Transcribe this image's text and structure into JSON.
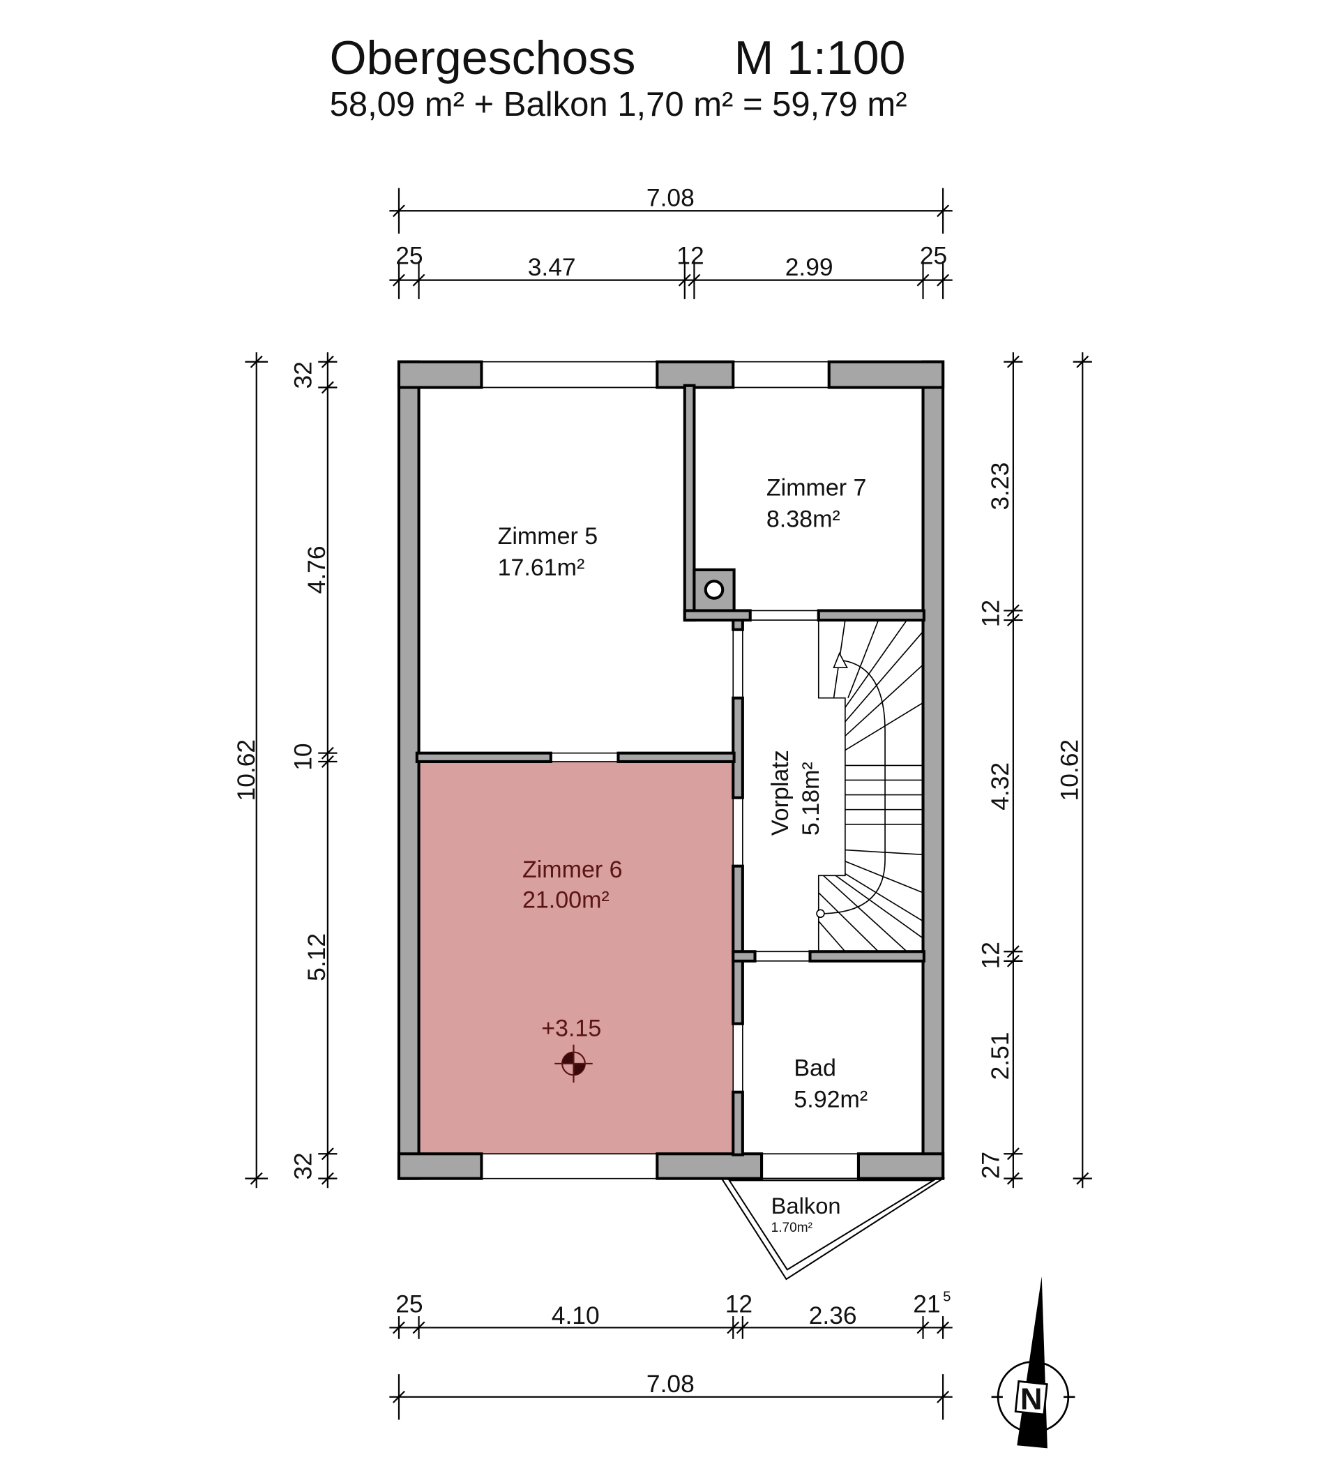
{
  "title": {
    "floor": "Obergeschoss",
    "scale": "M 1:100",
    "area_summary": "58,09 m² + Balkon 1,70 m² = 59,79 m²"
  },
  "rooms": [
    {
      "name": "Zimmer 5",
      "area": "17.61m²"
    },
    {
      "name": "Zimmer 7",
      "area": "8.38m²"
    },
    {
      "name": "Zimmer 6",
      "area": "21.00m²",
      "highlighted": true
    },
    {
      "name": "Vorplatz",
      "area": "5.18m²"
    },
    {
      "name": "Bad",
      "area": "5.92m²"
    },
    {
      "name": "Balkon",
      "area": "1.70m²"
    }
  ],
  "elevation": "+3.15",
  "dimensions": {
    "top_total": "7.08",
    "top_segments": [
      "25",
      "3.47",
      "12",
      "2.99",
      "25"
    ],
    "bottom_segments": [
      "25",
      "4.10",
      "12",
      "2.36",
      "21",
      "5"
    ],
    "bottom_total": "7.08",
    "left_total": "10.62",
    "left_segments": [
      "32",
      "4.76",
      "10",
      "5.12",
      "32"
    ],
    "right_segments": [
      "3.23",
      "12",
      "4.32",
      "12",
      "2.51",
      "27"
    ],
    "right_total": "10.62"
  },
  "north_label": "N",
  "colors": {
    "highlight_room": "#d9a0a0",
    "wall": "#a6a6a6",
    "highlight_text": "#5a1414"
  }
}
